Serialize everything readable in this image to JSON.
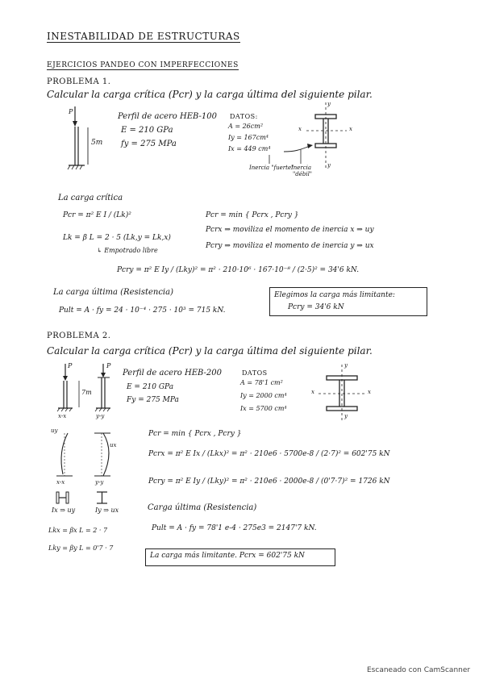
{
  "header": {
    "title": "INESTABILIDAD DE ESTRUCTURAS",
    "subtitle": "EJERCICIOS PANDEO CON IMPERFECCIONES"
  },
  "p1": {
    "heading": "PROBLEMA 1.",
    "statement": "Calcular la carga crítica (Pcr) y la carga última del siguiente pilar.",
    "load_label": "P",
    "height_label": "5m",
    "profile": "Perfil de acero HEB-100",
    "E": "E = 210 GPa",
    "fy": "fy = 275 MPa",
    "datos_title": "DATOS:",
    "A": "A = 26cm²",
    "Iy": "Iy = 167cm⁴",
    "Ix": "Ix = 449 cm⁴",
    "inercia_fuerte": "Inercia \"fuerte\"",
    "inercia_debil_1": "Inercia",
    "inercia_debil_2": "\"débil\"",
    "axis_y_top": "y",
    "axis_y_bottom": "y",
    "axis_x_left": "x",
    "axis_x_right": "x",
    "critica_title": "La carga crítica",
    "pcr_formula": "Pcr = π² E I / (Lk)²",
    "lk_formula": "Lk = β L = 2 · 5   (Lk,y = Lk,x)",
    "empotrado": "↳ Empotrado libre",
    "pcr_min": "Pcr = min { Pcrx , Pcry }",
    "pcrx_note": "Pcrx ⇒ moviliza el momento de inercia x ⇒ uy",
    "pcry_note": "Pcry ⇒ moviliza el momento de inercia y ⇒ ux",
    "pcry_formula": "Pcry = π² E Iy / (Lky)² = π² · 210·10⁶ · 167·10⁻⁸ / (2·5)² = 34'6 kN.",
    "ultima_title": "La carga última (Resistencia)",
    "pult": "Pult = A · fy = 24 · 10⁻⁴ · 275 · 10³ = 715 kN.",
    "result_line1": "Elegimos la carga más limitante:",
    "result_line2": "Pcry = 34'6 kN"
  },
  "p2": {
    "heading": "PROBLEMA 2.",
    "statement": "Calcular la carga crítica (Pcr) y la carga última del siguiente pilar.",
    "load_label": "P",
    "height_label": "7m",
    "xx": "x-x",
    "yy": "y-y",
    "uy": "uy",
    "ux": "ux",
    "profile": "Perfil de acero HEB-200",
    "E": "E = 210 GPa",
    "fy": "Fy = 275 MPa",
    "datos_title": "DATOS",
    "A": "A = 78'1 cm²",
    "Iy": "Iy = 2000 cm⁴",
    "Ix": "Ix = 5700 cm⁴",
    "axis_y_top": "y",
    "axis_y_bottom": "y",
    "axis_x_left": "x",
    "axis_x_right": "x",
    "ix_uy": "Ix ⇒ uy",
    "iy_ux": "Iy ⇒ ux",
    "pcr_min": "Pcr = min { Pcrx , Pcry }",
    "pcrx": "Pcrx = π² E Ix / (Lkx)² = π² · 210e6 · 5700e-8 / (2·7)² = 602'75 kN",
    "pcry": "Pcry = π² E Iy / (Lky)² = π² · 210e6 · 2000e-8 / (0'7·7)² = 1726 kN",
    "ultima_title": "Carga última (Resistencia)",
    "pult": "Pult = A · fy = 78'1 e-4 · 275e3 = 2147'7 kN.",
    "lkx": "Lkx = βx L = 2 · 7",
    "lky": "Lky = βy L = 0'7 · 7",
    "result": "La carga más limitante. Pcrx = 602'75 kN"
  },
  "footer": "Escaneado con CamScanner"
}
